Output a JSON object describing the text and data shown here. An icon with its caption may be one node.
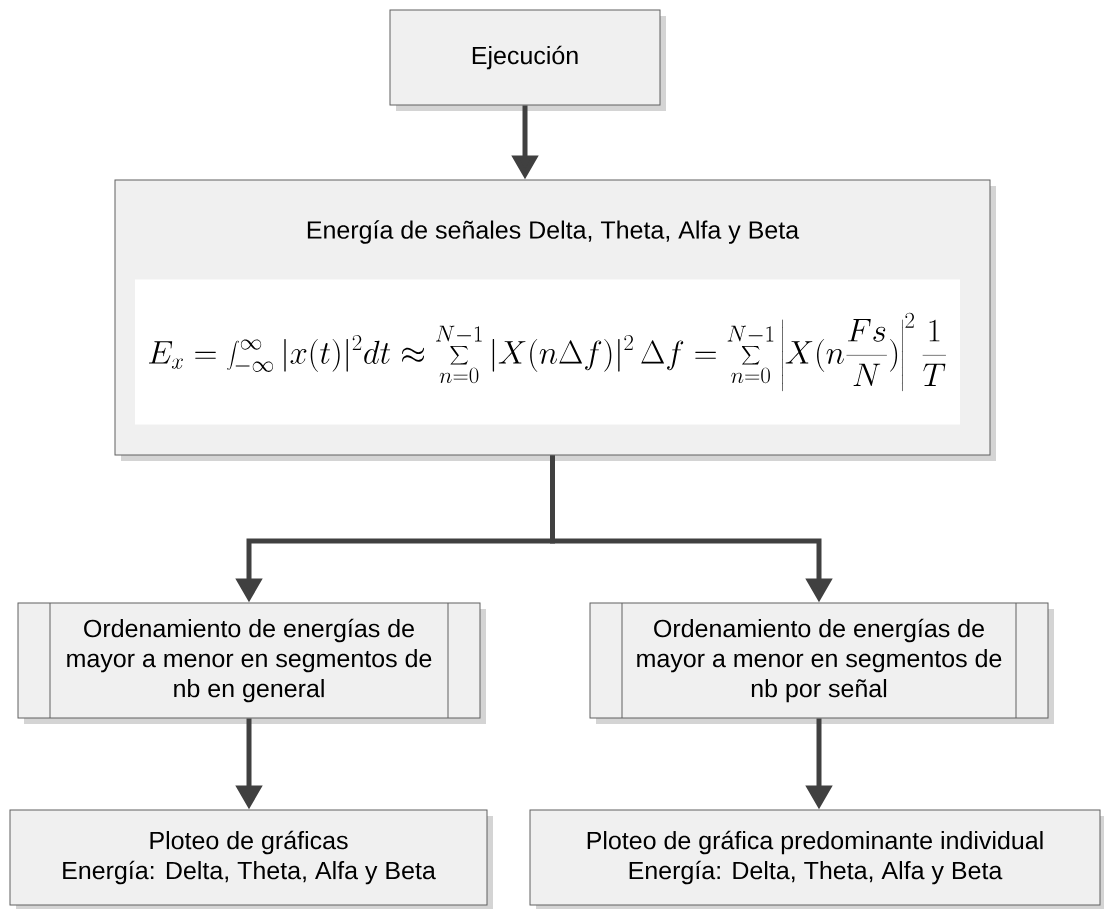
{
  "diagram": {
    "nodes": [
      {
        "text": [
          "Ejecución"
        ]
      },
      {
        "text": [
          "Energía de señales Delta, Theta, Alfa y Beta",
          "E_x = \\int_{-\\infty}^{\\infty} |x(t)|^2 dt \\approx \\sum_{n=0}^{N-1} |X(n\\Delta f)|^2 \\,\\Delta f = \\sum_{n=0}^{N-1} \\left|X(n\\frac{Fs}{N})\\right|^2 \\frac{1}{T}"
        ]
      },
      {
        "text": [
          "Ordenamiento de energías de mayor a menor en segmentos de nb en general"
        ]
      },
      {
        "text": [
          "Ordenamiento de energías de mayor a menor en segmentos de nb por señal"
        ]
      },
      {
        "text": [
          "Ploteo de gráficas",
          "Energía: Delta, Theta, Alfa y Beta"
        ]
      },
      {
        "text": [
          "Ploteo de gráfica predominante individual",
          "Energía: Delta, Theta, Alfa y Beta"
        ]
      }
    ],
    "edges": [
      {
        "from": 0,
        "to": 1,
        "arrow": "to"
      },
      {
        "from": 1,
        "to": 2,
        "arrow": "to"
      },
      {
        "from": 1,
        "to": 3,
        "arrow": "to"
      },
      {
        "from": 2,
        "to": 4,
        "arrow": "to"
      },
      {
        "from": 3,
        "to": 5,
        "arrow": "to"
      }
    ]
  }
}
